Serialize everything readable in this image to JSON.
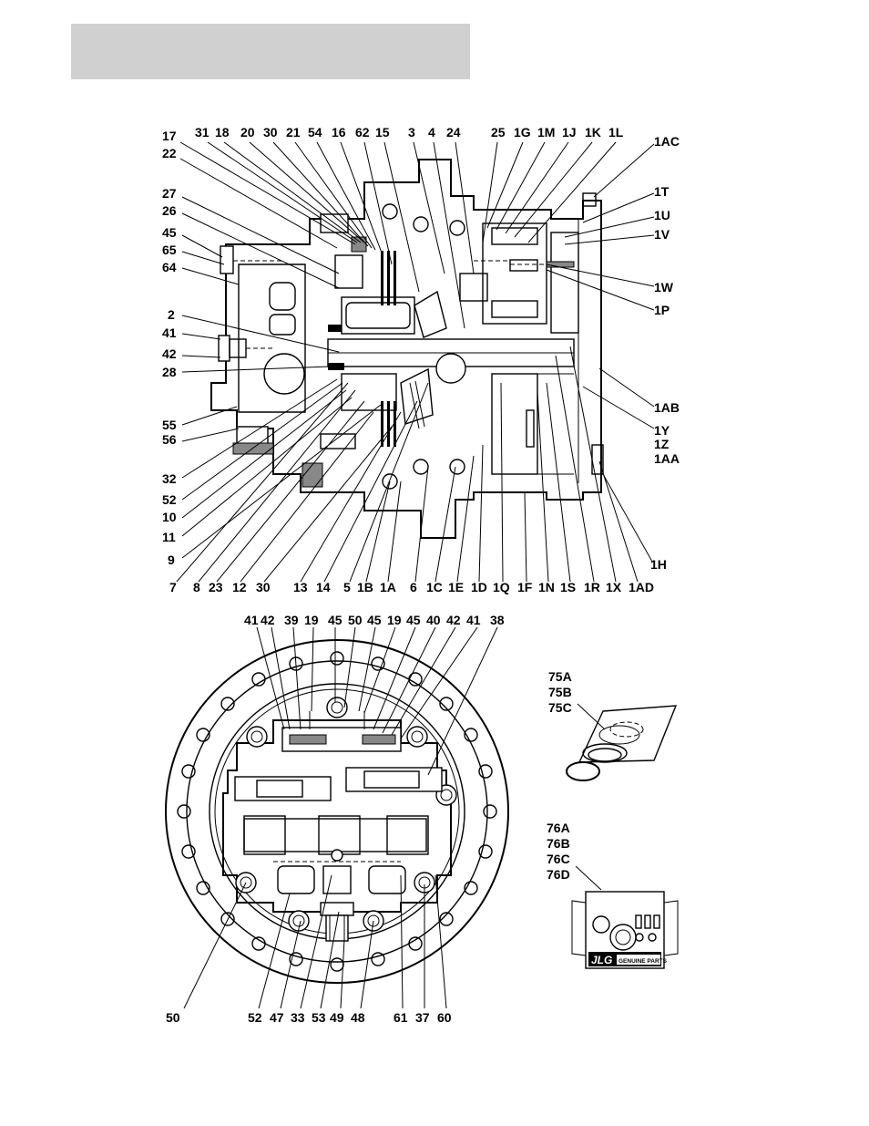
{
  "header": {
    "text": ""
  },
  "labels": {
    "l17": "17",
    "l31": "31",
    "l18": "18",
    "l20": "20",
    "l30a": "30",
    "l21": "21",
    "l54": "54",
    "l16": "16",
    "l62": "62",
    "l15": "15",
    "l3": "3",
    "l4": "4",
    "l24": "24",
    "l25": "25",
    "l1G": "1G",
    "l1M": "1M",
    "l1J": "1J",
    "l1K": "1K",
    "l1L": "1L",
    "l1AC": "1AC",
    "l22": "22",
    "l27": "27",
    "l26": "26",
    "l45a": "45",
    "l65": "65",
    "l64": "64",
    "l2": "2",
    "l41a": "41",
    "l42a": "42",
    "l28": "28",
    "l55": "55",
    "l56": "56",
    "l32": "32",
    "l52a": "52",
    "l10": "10",
    "l11": "11",
    "l9": "9",
    "l1T": "1T",
    "l1U": "1U",
    "l1V": "1V",
    "l1W": "1W",
    "l1P": "1P",
    "l1AB": "1AB",
    "l1Y": "1Y",
    "l1Z": "1Z",
    "l1AA": "1AA",
    "l1H": "1H",
    "l7": "7",
    "l8": "8",
    "l23": "23",
    "l12": "12",
    "l30b": "30",
    "l13": "13",
    "l14": "14",
    "l5": "5",
    "l1B": "1B",
    "l1A": "1A",
    "l6": "6",
    "l1C": "1C",
    "l1E": "1E",
    "l1D": "1D",
    "l1Q": "1Q",
    "l1F": "1F",
    "l1N": "1N",
    "l1S": "1S",
    "l1R": "1R",
    "l1X": "1X",
    "l1AD": "1AD",
    "b41a": "41",
    "b42a": "42",
    "b39": "39",
    "b19a": "19",
    "b45a": "45",
    "b50a": "50",
    "b45b": "45",
    "b19b": "19",
    "b45c": "45",
    "b40": "40",
    "b42b": "42",
    "b41b": "41",
    "b38": "38",
    "k75A": "75A",
    "k75B": "75B",
    "k75C": "75C",
    "k76A": "76A",
    "k76B": "76B",
    "k76C": "76C",
    "k76D": "76D",
    "b50b": "50",
    "b52": "52",
    "b47": "47",
    "b33": "33",
    "b53": "53",
    "b49": "49",
    "b48": "48",
    "b61": "61",
    "b37": "37",
    "b60": "60"
  },
  "kit_box": {
    "logo": "JLG",
    "brand": "GENUINE PARTS"
  }
}
